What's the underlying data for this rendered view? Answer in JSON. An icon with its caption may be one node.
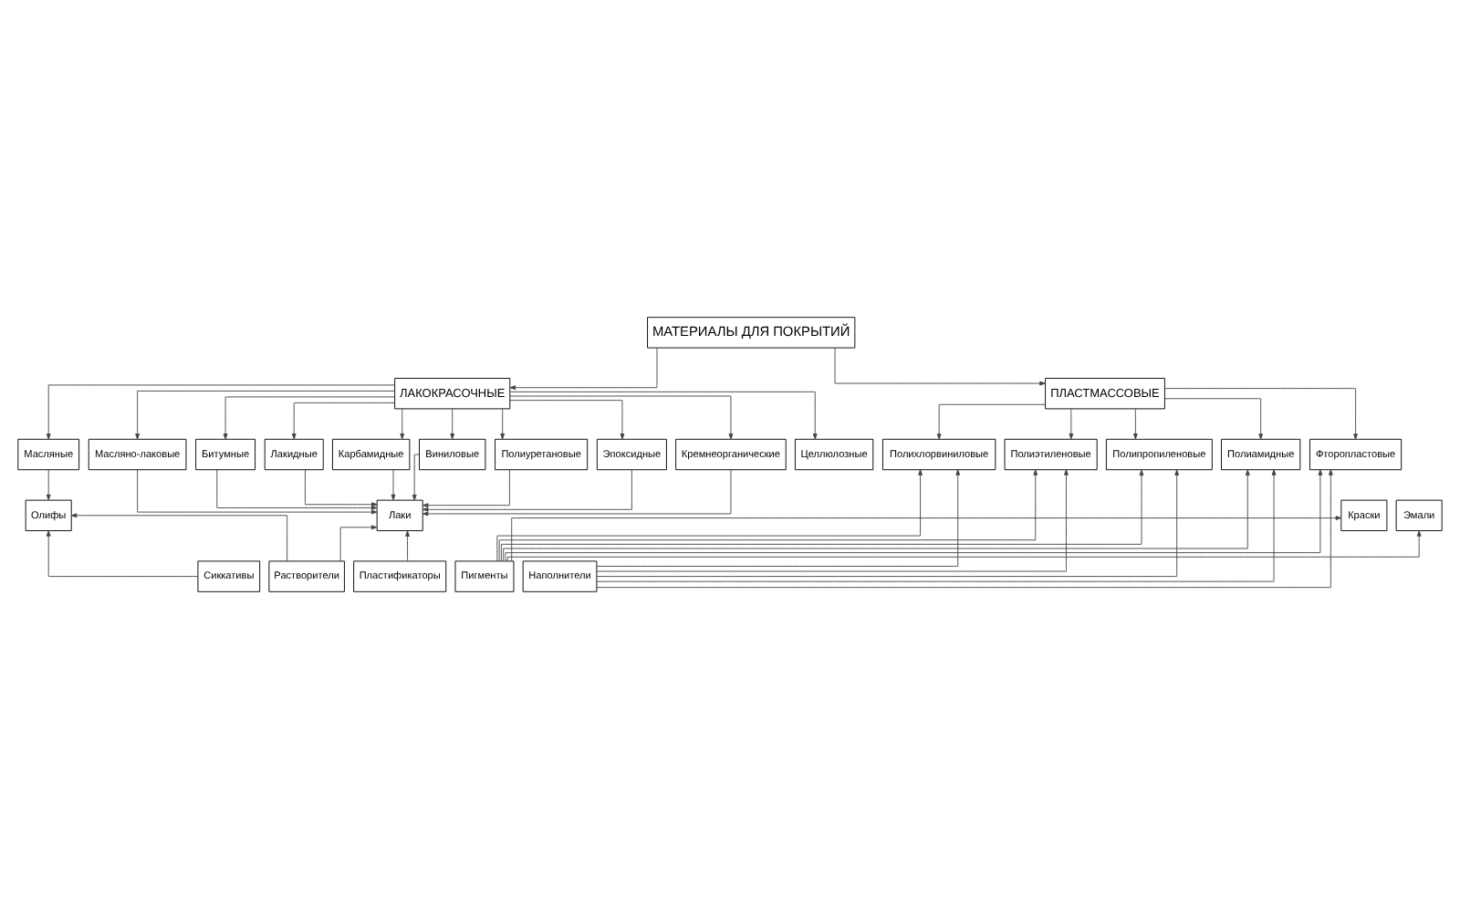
{
  "diagram": {
    "nodes": [
      {
        "text": [
          "МАТЕРИАЛЫ ДЛЯ ПОКРЫТИЙ"
        ]
      },
      {
        "text": [
          "ЛАКОКРАСОЧНЫЕ"
        ]
      },
      {
        "text": [
          "ПЛАСТМАССОВЫЕ"
        ]
      },
      {
        "text": [
          "Масляные"
        ]
      },
      {
        "text": [
          "Масляно-лаковые"
        ]
      },
      {
        "text": [
          "Битумные"
        ]
      },
      {
        "text": [
          "Лакидные"
        ]
      },
      {
        "text": [
          "Карбамидные"
        ]
      },
      {
        "text": [
          "Виниловые"
        ]
      },
      {
        "text": [
          "Полиуретановые"
        ]
      },
      {
        "text": [
          "Эпоксидные"
        ]
      },
      {
        "text": [
          "Кремнеорганические"
        ]
      },
      {
        "text": [
          "Целлюлозные"
        ]
      },
      {
        "text": [
          "Полихлорвиниловые"
        ]
      },
      {
        "text": [
          "Полиэтиленовые"
        ]
      },
      {
        "text": [
          "Полипропиленовые"
        ]
      },
      {
        "text": [
          "Полиамидные"
        ]
      },
      {
        "text": [
          "Фторопластовые"
        ]
      },
      {
        "text": [
          "Олифы"
        ]
      },
      {
        "text": [
          "Краски"
        ]
      },
      {
        "text": [
          "Лаки"
        ]
      },
      {
        "text": [
          "Эмали"
        ]
      },
      {
        "text": [
          "Сиккативы"
        ]
      },
      {
        "text": [
          "Растворители"
        ]
      },
      {
        "text": [
          "Пластификаторы"
        ]
      },
      {
        "text": [
          "Пигменты"
        ]
      },
      {
        "text": [
          "Наполнители"
        ]
      }
    ],
    "edges": [
      {
        "from": 0,
        "to": 1,
        "arrow": "to"
      },
      {
        "from": 0,
        "to": 2,
        "arrow": "to"
      },
      {
        "from": 1,
        "to": 3,
        "arrow": "to"
      },
      {
        "from": 1,
        "to": 4,
        "arrow": "to"
      },
      {
        "from": 1,
        "to": 5,
        "arrow": "to"
      },
      {
        "from": 1,
        "to": 6,
        "arrow": "to"
      },
      {
        "from": 1,
        "to": 7,
        "arrow": "to"
      },
      {
        "from": 1,
        "to": 8,
        "arrow": "to"
      },
      {
        "from": 1,
        "to": 9,
        "arrow": "to"
      },
      {
        "from": 1,
        "to": 10,
        "arrow": "to"
      },
      {
        "from": 1,
        "to": 11,
        "arrow": "to"
      },
      {
        "from": 1,
        "to": 12,
        "arrow": "to"
      },
      {
        "from": 2,
        "to": 13,
        "arrow": "to"
      },
      {
        "from": 2,
        "to": 14,
        "arrow": "to"
      },
      {
        "from": 2,
        "to": 15,
        "arrow": "to"
      },
      {
        "from": 2,
        "to": 16,
        "arrow": "to"
      },
      {
        "from": 2,
        "to": 17,
        "arrow": "to"
      },
      {
        "from": 3,
        "to": 18,
        "arrow": "to"
      },
      {
        "from": 4,
        "to": 20,
        "arrow": "to"
      },
      {
        "from": 5,
        "to": 20,
        "arrow": "to"
      },
      {
        "from": 6,
        "to": 20,
        "arrow": "to"
      },
      {
        "from": 7,
        "to": 20,
        "arrow": "to"
      },
      {
        "from": 8,
        "to": 20,
        "arrow": "to"
      },
      {
        "from": 9,
        "to": 20,
        "arrow": "to"
      },
      {
        "from": 10,
        "to": 20,
        "arrow": "to"
      },
      {
        "from": 11,
        "to": 20,
        "arrow": "to"
      },
      {
        "from": 25,
        "to": 13,
        "arrow": "to"
      },
      {
        "from": 25,
        "to": 14,
        "arrow": "to"
      },
      {
        "from": 25,
        "to": 15,
        "arrow": "to"
      },
      {
        "from": 25,
        "to": 16,
        "arrow": "to"
      },
      {
        "from": 25,
        "to": 17,
        "arrow": "to"
      },
      {
        "from": 26,
        "to": 13,
        "arrow": "to"
      },
      {
        "from": 26,
        "to": 14,
        "arrow": "to"
      },
      {
        "from": 26,
        "to": 15,
        "arrow": "to"
      },
      {
        "from": 26,
        "to": 16,
        "arrow": "to"
      },
      {
        "from": 26,
        "to": 17,
        "arrow": "to"
      },
      {
        "from": 22,
        "to": 18,
        "arrow": "to"
      },
      {
        "from": 23,
        "to": 18,
        "arrow": "to"
      },
      {
        "from": 23,
        "to": 20,
        "arrow": "to"
      },
      {
        "from": 24,
        "to": 20,
        "arrow": "to"
      },
      {
        "from": 25,
        "to": 19,
        "arrow": "to"
      },
      {
        "from": 25,
        "to": 21,
        "arrow": "to"
      }
    ]
  }
}
